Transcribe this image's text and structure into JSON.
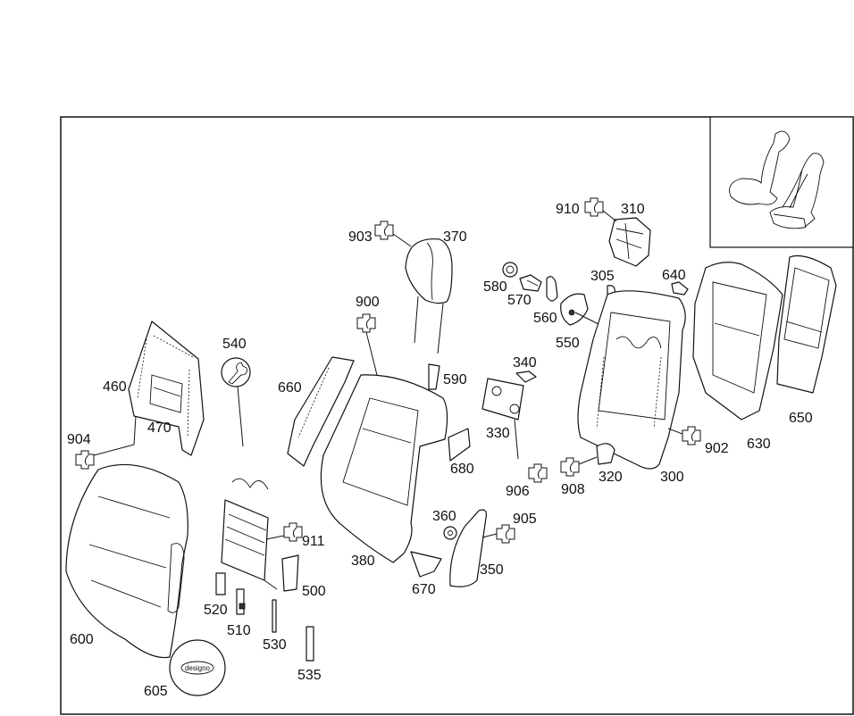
{
  "diagram": {
    "title": "Seat backrest exploded parts diagram",
    "inset": {
      "description": "Seat location overview"
    },
    "emblem_text": "designo",
    "labels": {
      "l300": "300",
      "l305": "305",
      "l310": "310",
      "l320": "320",
      "l330": "330",
      "l340": "340",
      "l350": "350",
      "l360": "360",
      "l370": "370",
      "l380": "380",
      "l460": "460",
      "l470": "470",
      "l500": "500",
      "l510": "510",
      "l520": "520",
      "l530": "530",
      "l535": "535",
      "l540": "540",
      "l550": "550",
      "l560": "560",
      "l570": "570",
      "l580": "580",
      "l590": "590",
      "l600": "600",
      "l605": "605",
      "l630": "630",
      "l640": "640",
      "l650": "650",
      "l660": "660",
      "l670": "670",
      "l680": "680",
      "l900": "900",
      "l902": "902",
      "l903": "903",
      "l904": "904",
      "l905": "905",
      "l906": "906",
      "l908": "908",
      "l910": "910",
      "l911": "911"
    }
  }
}
